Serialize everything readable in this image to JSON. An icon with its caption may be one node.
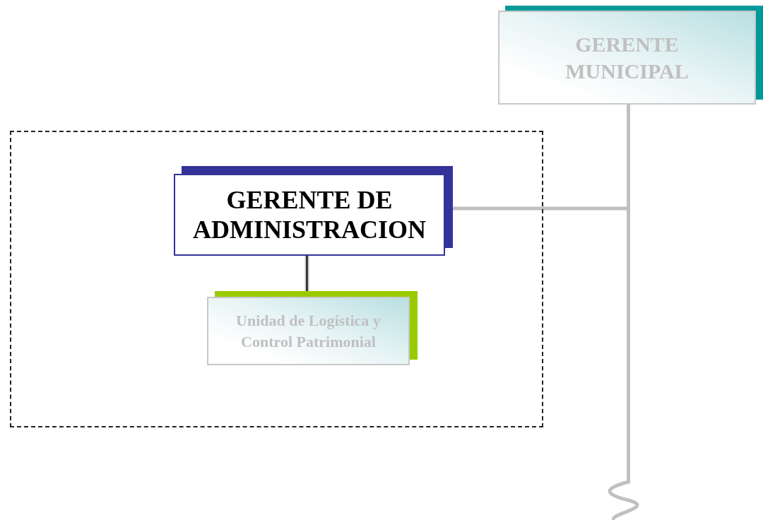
{
  "diagram": {
    "nodes": [
      {
        "text": [
          "GERENTE MUNICIPAL"
        ]
      },
      {
        "text": [],
        "shape": "box"
      },
      {
        "text": [
          "GERENTE DE ADMINISTRACION"
        ],
        "in": 1
      },
      {
        "text": [
          "Unidad de Logística y Control Patrimonial"
        ],
        "in": 1
      }
    ],
    "edges": [
      {
        "from": 0,
        "to": 2,
        "arrow": "none"
      },
      {
        "from": 0,
        "to": null,
        "arrow": "none"
      },
      {
        "from": 2,
        "to": 3,
        "arrow": "none",
        "color": "#000000"
      }
    ]
  }
}
